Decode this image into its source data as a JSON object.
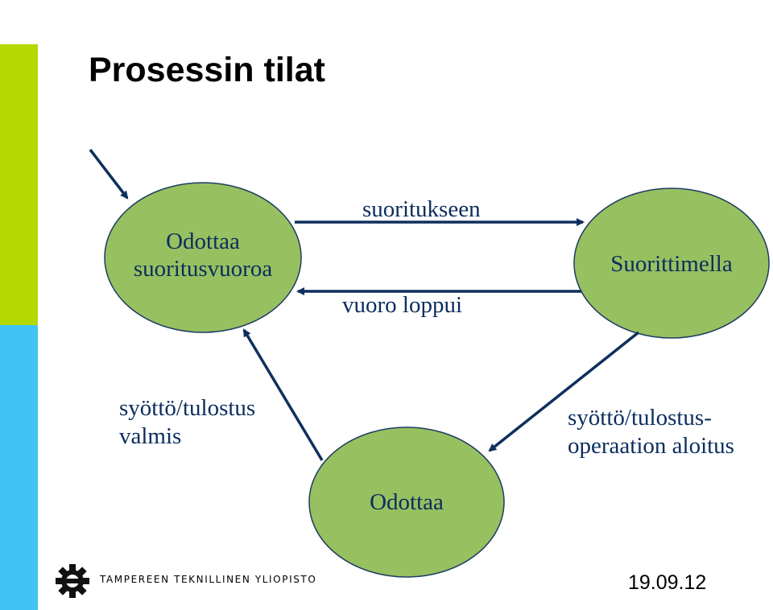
{
  "slide": {
    "title": "Prosessin tilat",
    "date": "19.09.12",
    "university": "TAMPEREEN TEKNILLINEN YLIOPISTO"
  },
  "colors": {
    "node_fill": "#97c060",
    "node_stroke": "#1f3b63",
    "arrow": "#0f2f5d",
    "text": "#0b2d5e",
    "accent_green": "#b5d900",
    "accent_blue": "#3fc4f3"
  },
  "nodes": [
    {
      "id": "waiting-turn",
      "label_lines": [
        "Odottaa",
        "suoritusvuoroa"
      ]
    },
    {
      "id": "running",
      "label_lines": [
        "Suorittimella"
      ]
    },
    {
      "id": "waiting",
      "label_lines": [
        "Odottaa"
      ]
    }
  ],
  "edges": [
    {
      "from": "waiting-turn",
      "to": "running",
      "label_lines": [
        "suoritukseen"
      ]
    },
    {
      "from": "running",
      "to": "waiting-turn",
      "label_lines": [
        "vuoro loppui"
      ]
    },
    {
      "from": "running",
      "to": "waiting",
      "label_lines": [
        "syöttö/tulostus-",
        "operaation aloitus"
      ]
    },
    {
      "from": "waiting",
      "to": "waiting-turn",
      "label_lines": [
        "syöttö/tulostus",
        "valmis"
      ]
    },
    {
      "from": "start",
      "to": "waiting-turn",
      "label_lines": []
    }
  ],
  "icons": {
    "logo": "gear-logo-icon"
  }
}
